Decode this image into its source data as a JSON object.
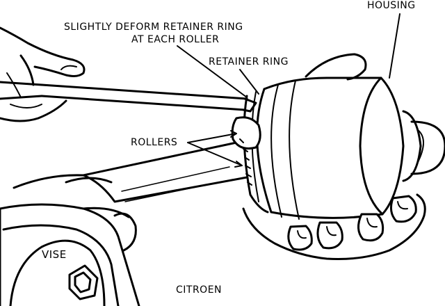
{
  "labels": {
    "housing": "HOUSING",
    "deform_line1": "SLIGHTLY DEFORM RETAINER RING",
    "deform_line2": "AT EACH ROLLER",
    "retainer_ring": "RETAINER RING",
    "rollers": "ROLLERS",
    "vise": "VISE"
  },
  "credit": "CITROEN",
  "colors": {
    "ink": "#000000",
    "paper": "#ffffff"
  }
}
